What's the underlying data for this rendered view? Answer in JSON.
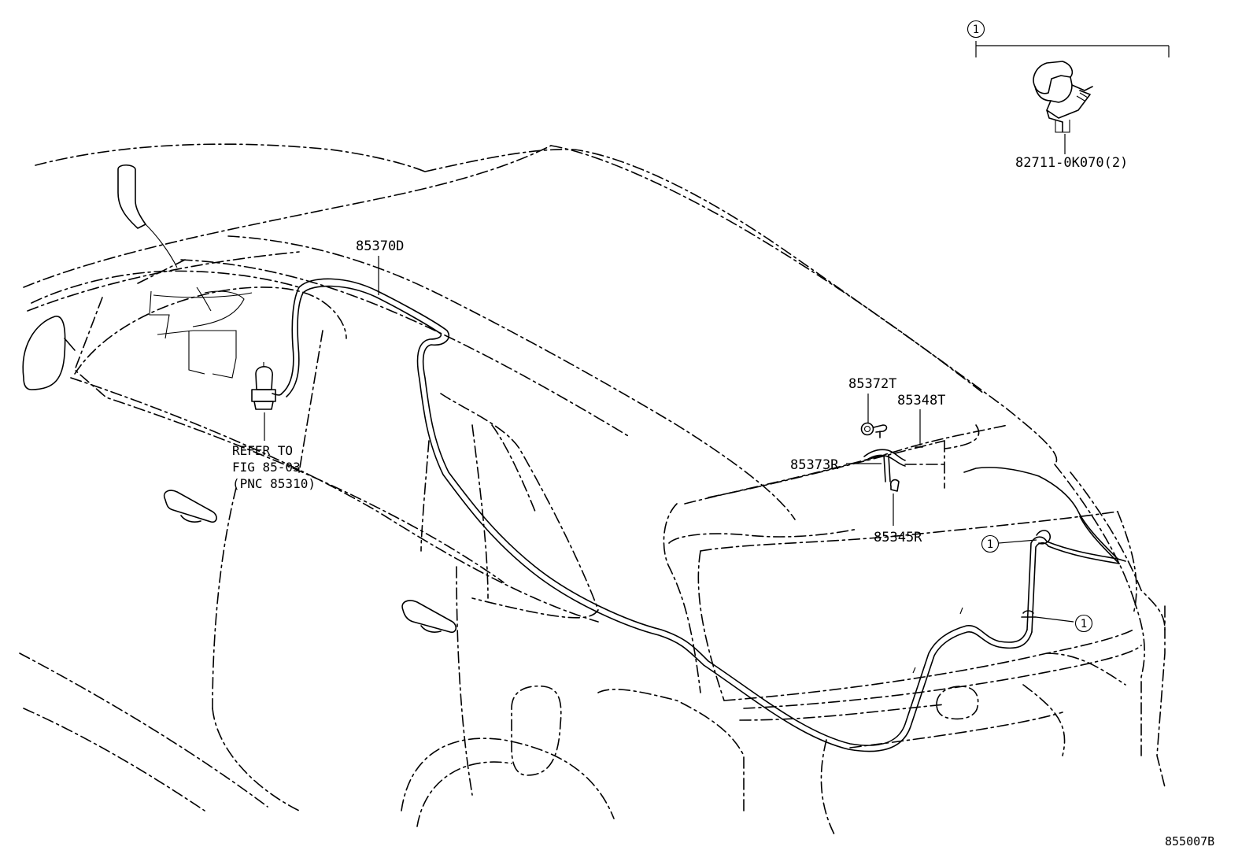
{
  "labels": {
    "hose": "85370D",
    "nozzle_cap": "85372T",
    "joint": "85373R",
    "pin": "85348T",
    "nozzle": "85345R",
    "clamp": "82711-0K070(2)",
    "callout": "1"
  },
  "reference_note": {
    "line1": "REFER TO",
    "line2": "FIG 85-03",
    "line3": "(PNC 85310)"
  },
  "figure_number": "855007B"
}
